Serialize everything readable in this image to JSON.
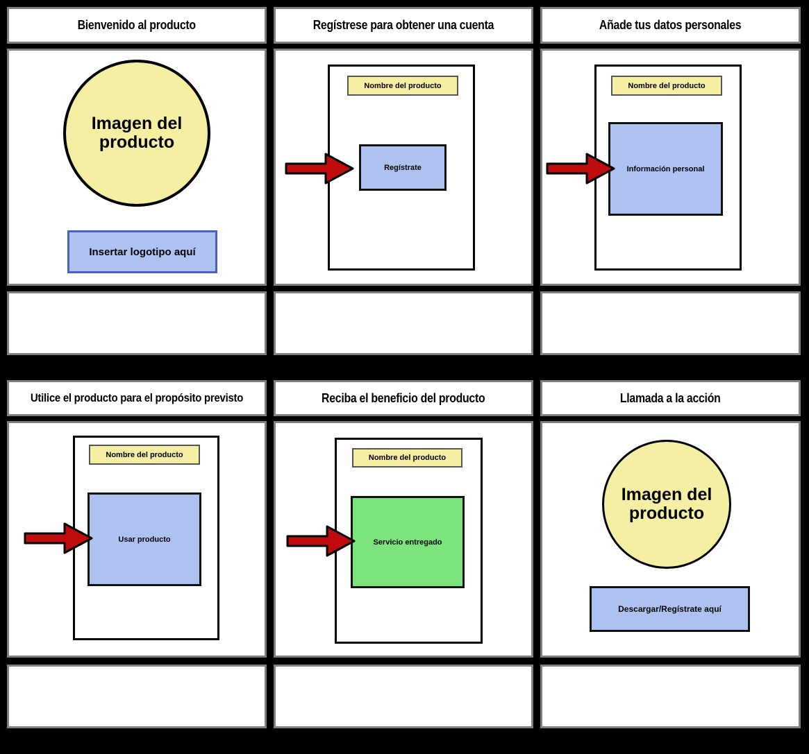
{
  "colors": {
    "background": "#000000",
    "panel_border": "#7f7f7f",
    "panel_fill": "#ffffff",
    "shape_yellow": "#F4EFA2",
    "shape_blue": "#AEC2F2",
    "shape_blue_border": "#4a5fc4",
    "shape_green": "#7CE47C",
    "arrow_red": "#C00C0C"
  },
  "panels": [
    {
      "title": "Bienvenido al producto",
      "circle_label": "Imagen del producto",
      "logo_label": "Insertar logotipo aquí"
    },
    {
      "title": "Regístrese para obtener una cuenta",
      "screen_bar_label": "Nombre del producto",
      "box_label": "Regístrate",
      "arrow": "red-arrow"
    },
    {
      "title": "Añade tus datos personales",
      "screen_bar_label": "Nombre del producto",
      "box_label": "Información personal",
      "arrow": "red-arrow"
    },
    {
      "title": "Utilice el producto para el propósito previsto",
      "screen_bar_label": "Nombre del producto",
      "box_label": "Usar producto",
      "arrow": "red-arrow"
    },
    {
      "title": "Reciba el beneficio del producto",
      "screen_bar_label": "Nombre del producto",
      "box_label": "Servicio entregado",
      "arrow": "red-arrow"
    },
    {
      "title": "Llamada a la acción",
      "circle_label": "Imagen del producto",
      "cta_label": "Descargar/Regístrate aquí"
    }
  ],
  "description_cells": [
    "",
    "",
    "",
    "",
    "",
    ""
  ]
}
